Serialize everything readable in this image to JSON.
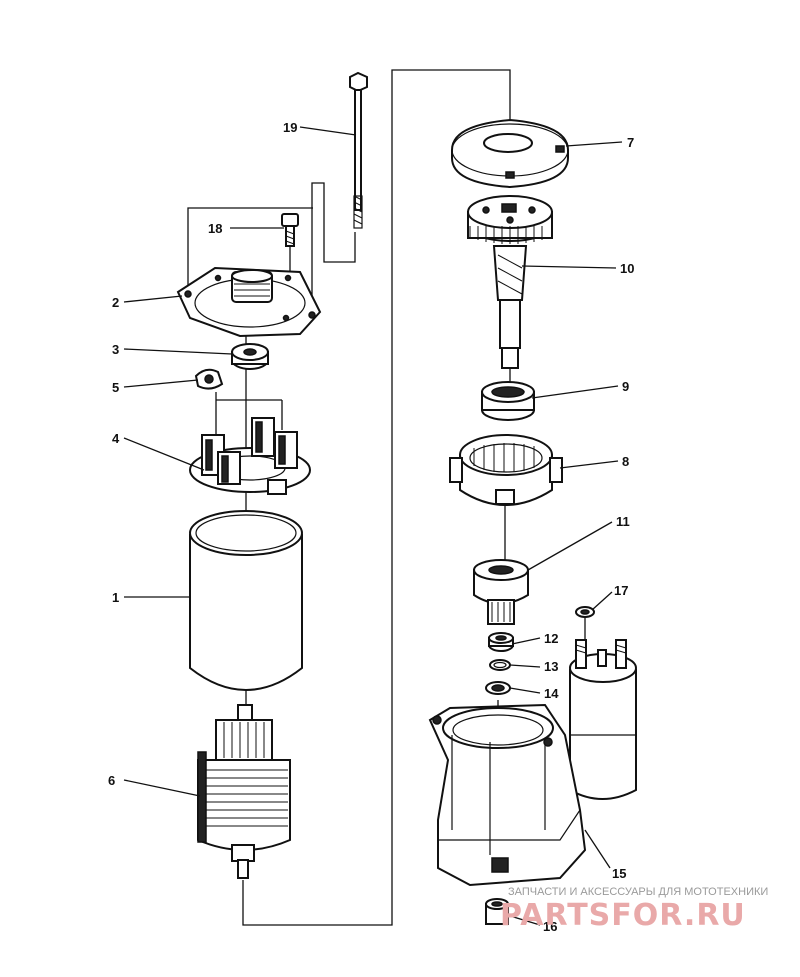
{
  "callouts": [
    {
      "id": "1",
      "text": "1"
    },
    {
      "id": "2",
      "text": "2"
    },
    {
      "id": "3",
      "text": "3"
    },
    {
      "id": "4",
      "text": "4"
    },
    {
      "id": "5",
      "text": "5"
    },
    {
      "id": "6",
      "text": "6"
    },
    {
      "id": "7",
      "text": "7"
    },
    {
      "id": "8",
      "text": "8"
    },
    {
      "id": "9",
      "text": "9"
    },
    {
      "id": "10",
      "text": "10"
    },
    {
      "id": "11",
      "text": "11"
    },
    {
      "id": "12",
      "text": "12"
    },
    {
      "id": "13",
      "text": "13"
    },
    {
      "id": "14",
      "text": "14"
    },
    {
      "id": "15",
      "text": "15"
    },
    {
      "id": "16",
      "text": "16"
    },
    {
      "id": "17",
      "text": "17"
    },
    {
      "id": "18",
      "text": "18"
    },
    {
      "id": "19",
      "text": "19"
    }
  ],
  "watermark": {
    "tagline": "ЗАПЧАСТИ И АКСЕССУАРЫ ДЛЯ МОТОТЕХНИКИ",
    "logo": "PARTSFOR.RU"
  },
  "colors": {
    "ink": "#111111",
    "background": "#ffffff",
    "watermark_logo": "#e9a9a9",
    "watermark_text": "#9a9a9a"
  }
}
